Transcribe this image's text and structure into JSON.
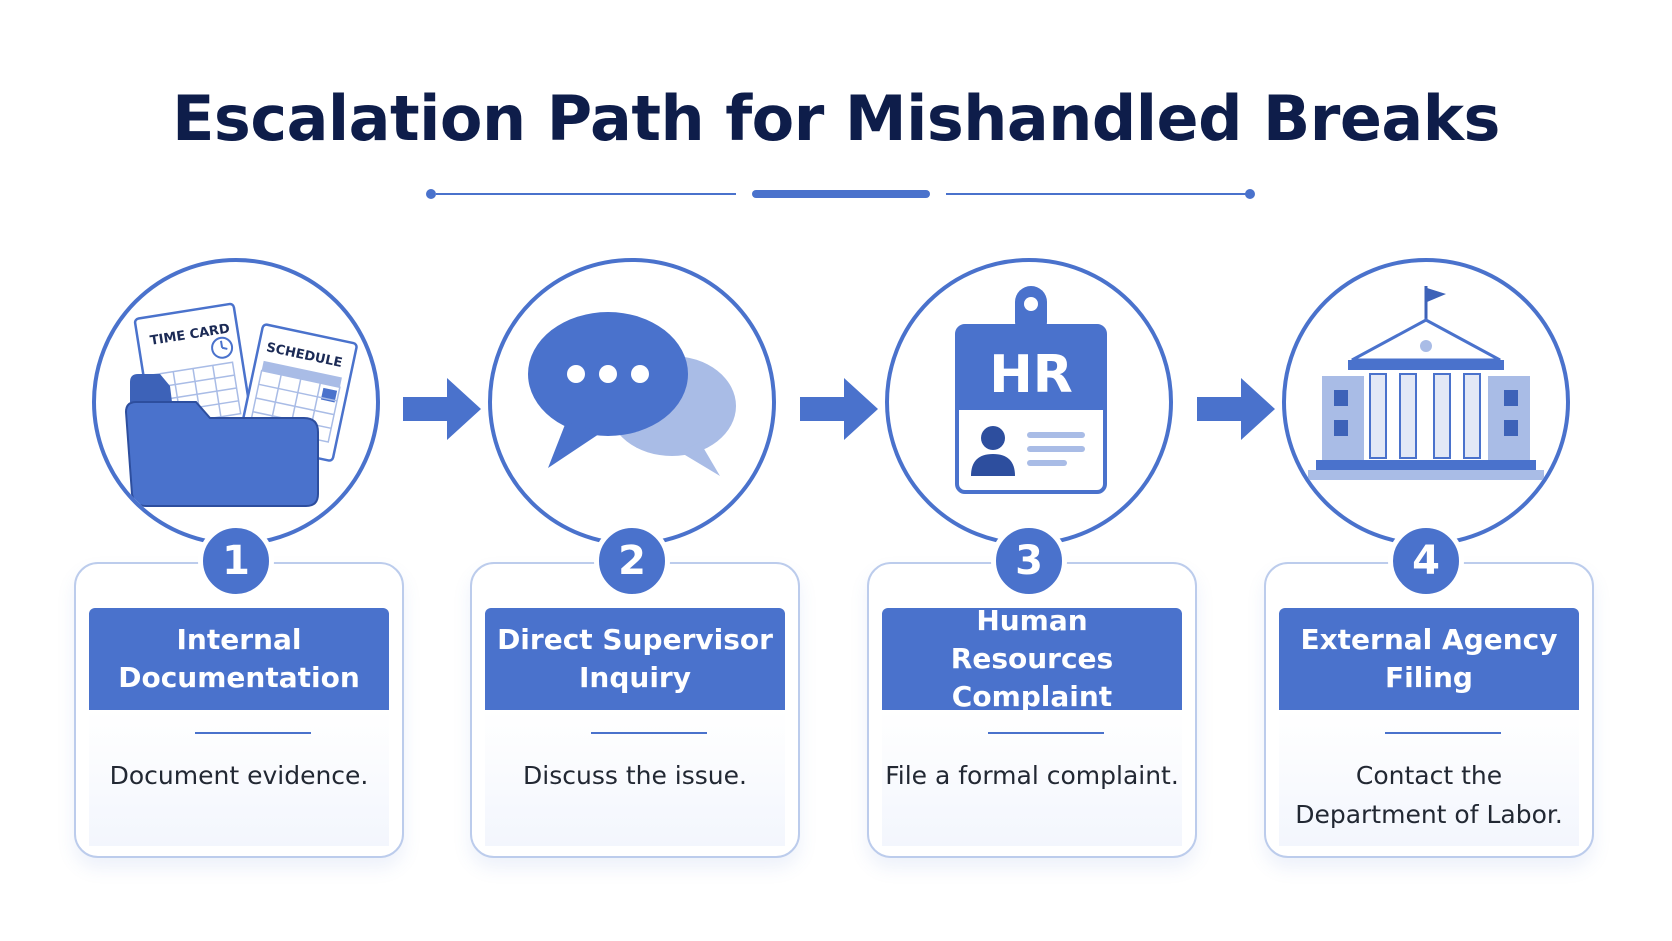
{
  "title": "Escalation Path for Mishandled Breaks",
  "colors": {
    "accent": "#4a72cc",
    "accent_light": "#a9bce6",
    "title": "#0e1d4a",
    "card_border": "#bcccec"
  },
  "steps": [
    {
      "number": "1",
      "label": "Internal Documentation",
      "description": "Document evidence.",
      "icon": "folder-timecard-schedule-icon",
      "time_card_label": "TIME CARD",
      "schedule_label": "SCHEDULE"
    },
    {
      "number": "2",
      "label": "Direct Supervisor Inquiry",
      "description": "Discuss the issue.",
      "icon": "chat-bubbles-icon"
    },
    {
      "number": "3",
      "label": "Human Resources Complaint",
      "description": "File a formal complaint.",
      "icon": "hr-badge-icon",
      "badge_text": "HR"
    },
    {
      "number": "4",
      "label": "External Agency Filing",
      "description": "Contact the Department of Labor.",
      "icon": "government-building-icon"
    }
  ]
}
